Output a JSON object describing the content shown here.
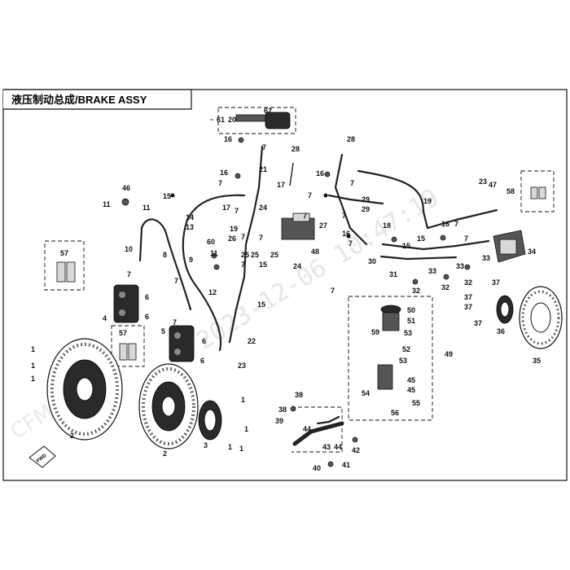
{
  "title": "液压制动总成/BRAKE ASSY",
  "watermark": "2023-12-06 10:47:19",
  "watermark_brand": "CFMOTO",
  "fwd_label": "FWD",
  "callouts": [
    "1",
    "2",
    "3",
    "4",
    "5",
    "6",
    "7",
    "8",
    "9",
    "10",
    "11",
    "12",
    "13",
    "14",
    "15",
    "16",
    "17",
    "18",
    "19",
    "20",
    "21",
    "22",
    "23",
    "24",
    "25",
    "26",
    "27",
    "28",
    "29",
    "30",
    "31",
    "32",
    "33",
    "34",
    "35",
    "36",
    "37",
    "38",
    "39",
    "40",
    "41",
    "42",
    "43",
    "44",
    "45",
    "46",
    "47",
    "48",
    "49",
    "50",
    "51",
    "52",
    "53",
    "54",
    "55",
    "56",
    "57",
    "58",
    "59",
    "60",
    "61",
    "62"
  ]
}
